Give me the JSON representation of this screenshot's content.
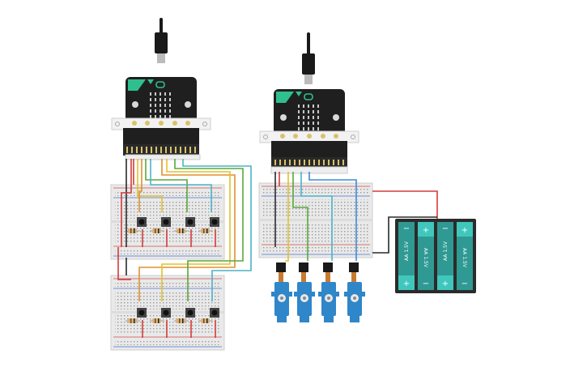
{
  "canvas": {
    "background": "#ffffff"
  },
  "colors": {
    "microbit_body": "#1f1f1f",
    "microbit_accent": "#2fbf8f",
    "breadboard": "#e9e9e9",
    "breadboard_rail_red": "#d24a4a",
    "breadboard_rail_blue": "#4a6fd2",
    "servo_body": "#2f86c9",
    "battery_box": "#2b2b2b",
    "battery_cell": "#2f9a93",
    "battery_cap": "#3fc7bd",
    "wire_red": "#d33b3b",
    "wire_black": "#2a2a2a",
    "wire_yellow": "#e2c22a",
    "wire_orange": "#e0912f",
    "wire_green": "#5aa83a",
    "wire_teal": "#4ab3c7",
    "wire_blue": "#3b8bd6"
  },
  "components": {
    "microbit_left": {
      "name": "micro:bit",
      "icon": "usb-cable-icon"
    },
    "microbit_right": {
      "name": "micro:bit",
      "icon": "usb-cable-icon"
    },
    "breadboard_top_left": {
      "name": "breadboard"
    },
    "breadboard_bottom_left": {
      "name": "breadboard"
    },
    "breadboard_right": {
      "name": "breadboard"
    },
    "pushbuttons_count": 8,
    "resistors_count": 8,
    "servos_count": 4,
    "battery_pack": {
      "cells": [
        {
          "label": "AA 1.5V",
          "plus": "+",
          "minus": "−"
        },
        {
          "label": "AA 1.5V",
          "plus": "+",
          "minus": "−"
        },
        {
          "label": "AA 1.5V",
          "plus": "+",
          "minus": "−"
        },
        {
          "label": "AA 1.5V",
          "plus": "+",
          "minus": "−"
        }
      ]
    }
  }
}
